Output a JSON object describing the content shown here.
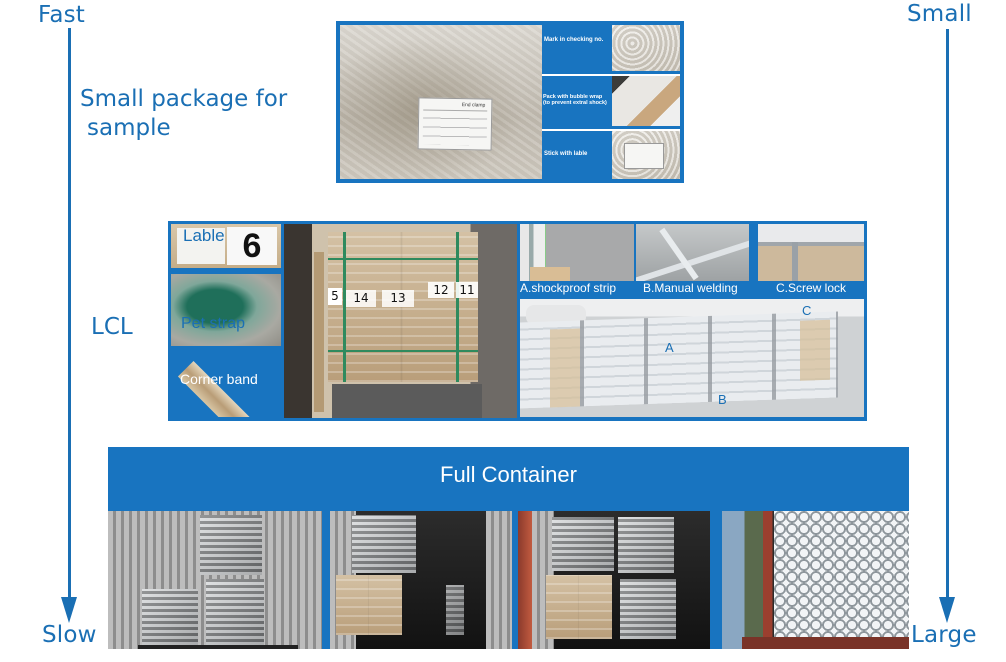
{
  "axes": {
    "left": {
      "top_label": "Fast",
      "bottom_label": "Slow"
    },
    "right": {
      "top_label": "Small",
      "bottom_label": "Large"
    },
    "color": "#1a6fb4"
  },
  "sections": {
    "sample": {
      "label_line1": "Small package for",
      "label_line2": "sample",
      "main_label_sheet": "End clamp",
      "steps": [
        {
          "text": "Mark in checking no."
        },
        {
          "text_line1": "Pack with bubble wrap",
          "text_line2": "(to prevent extral shock)"
        },
        {
          "text": "Stick with lable"
        }
      ]
    },
    "lcl": {
      "label": "LCL",
      "left_items": [
        {
          "caption": "Lable",
          "sign_number": "6"
        },
        {
          "caption": "Pet strap"
        },
        {
          "caption": "Corner band"
        }
      ],
      "carton_numbers": [
        "5",
        "14",
        "13",
        "12",
        "11"
      ],
      "features": [
        {
          "caption": "A.shockproof strip"
        },
        {
          "caption": "B.Manual welding"
        },
        {
          "caption": "C.Screw lock"
        }
      ],
      "markers": [
        "A",
        "B",
        "C"
      ]
    },
    "full_container": {
      "title": "Full Container",
      "photos": [
        "container-photo-1",
        "container-photo-2",
        "container-photo-3",
        "container-photo-4"
      ]
    }
  },
  "colors": {
    "brand_blue": "#1874c0",
    "text_blue": "#1a6fb4",
    "white": "#ffffff"
  }
}
